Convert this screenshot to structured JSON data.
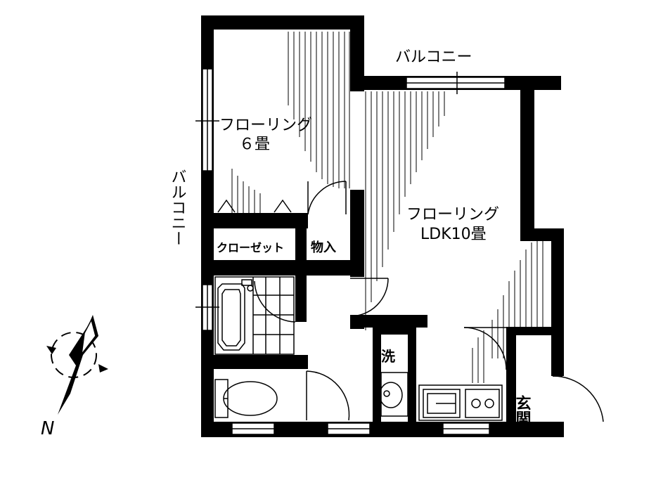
{
  "rooms": {
    "western_room": {
      "type": "フローリング",
      "size": "６畳"
    },
    "ldk": {
      "type": "フローリング",
      "size": "LDK10畳"
    }
  },
  "labels": {
    "balcony_top": "バルコニー",
    "balcony_left": "バルコニー",
    "closet": "クローゼット",
    "storage": "物入",
    "laundry": "洗",
    "entrance": "玄関"
  },
  "compass": {
    "north_symbol": "N"
  }
}
